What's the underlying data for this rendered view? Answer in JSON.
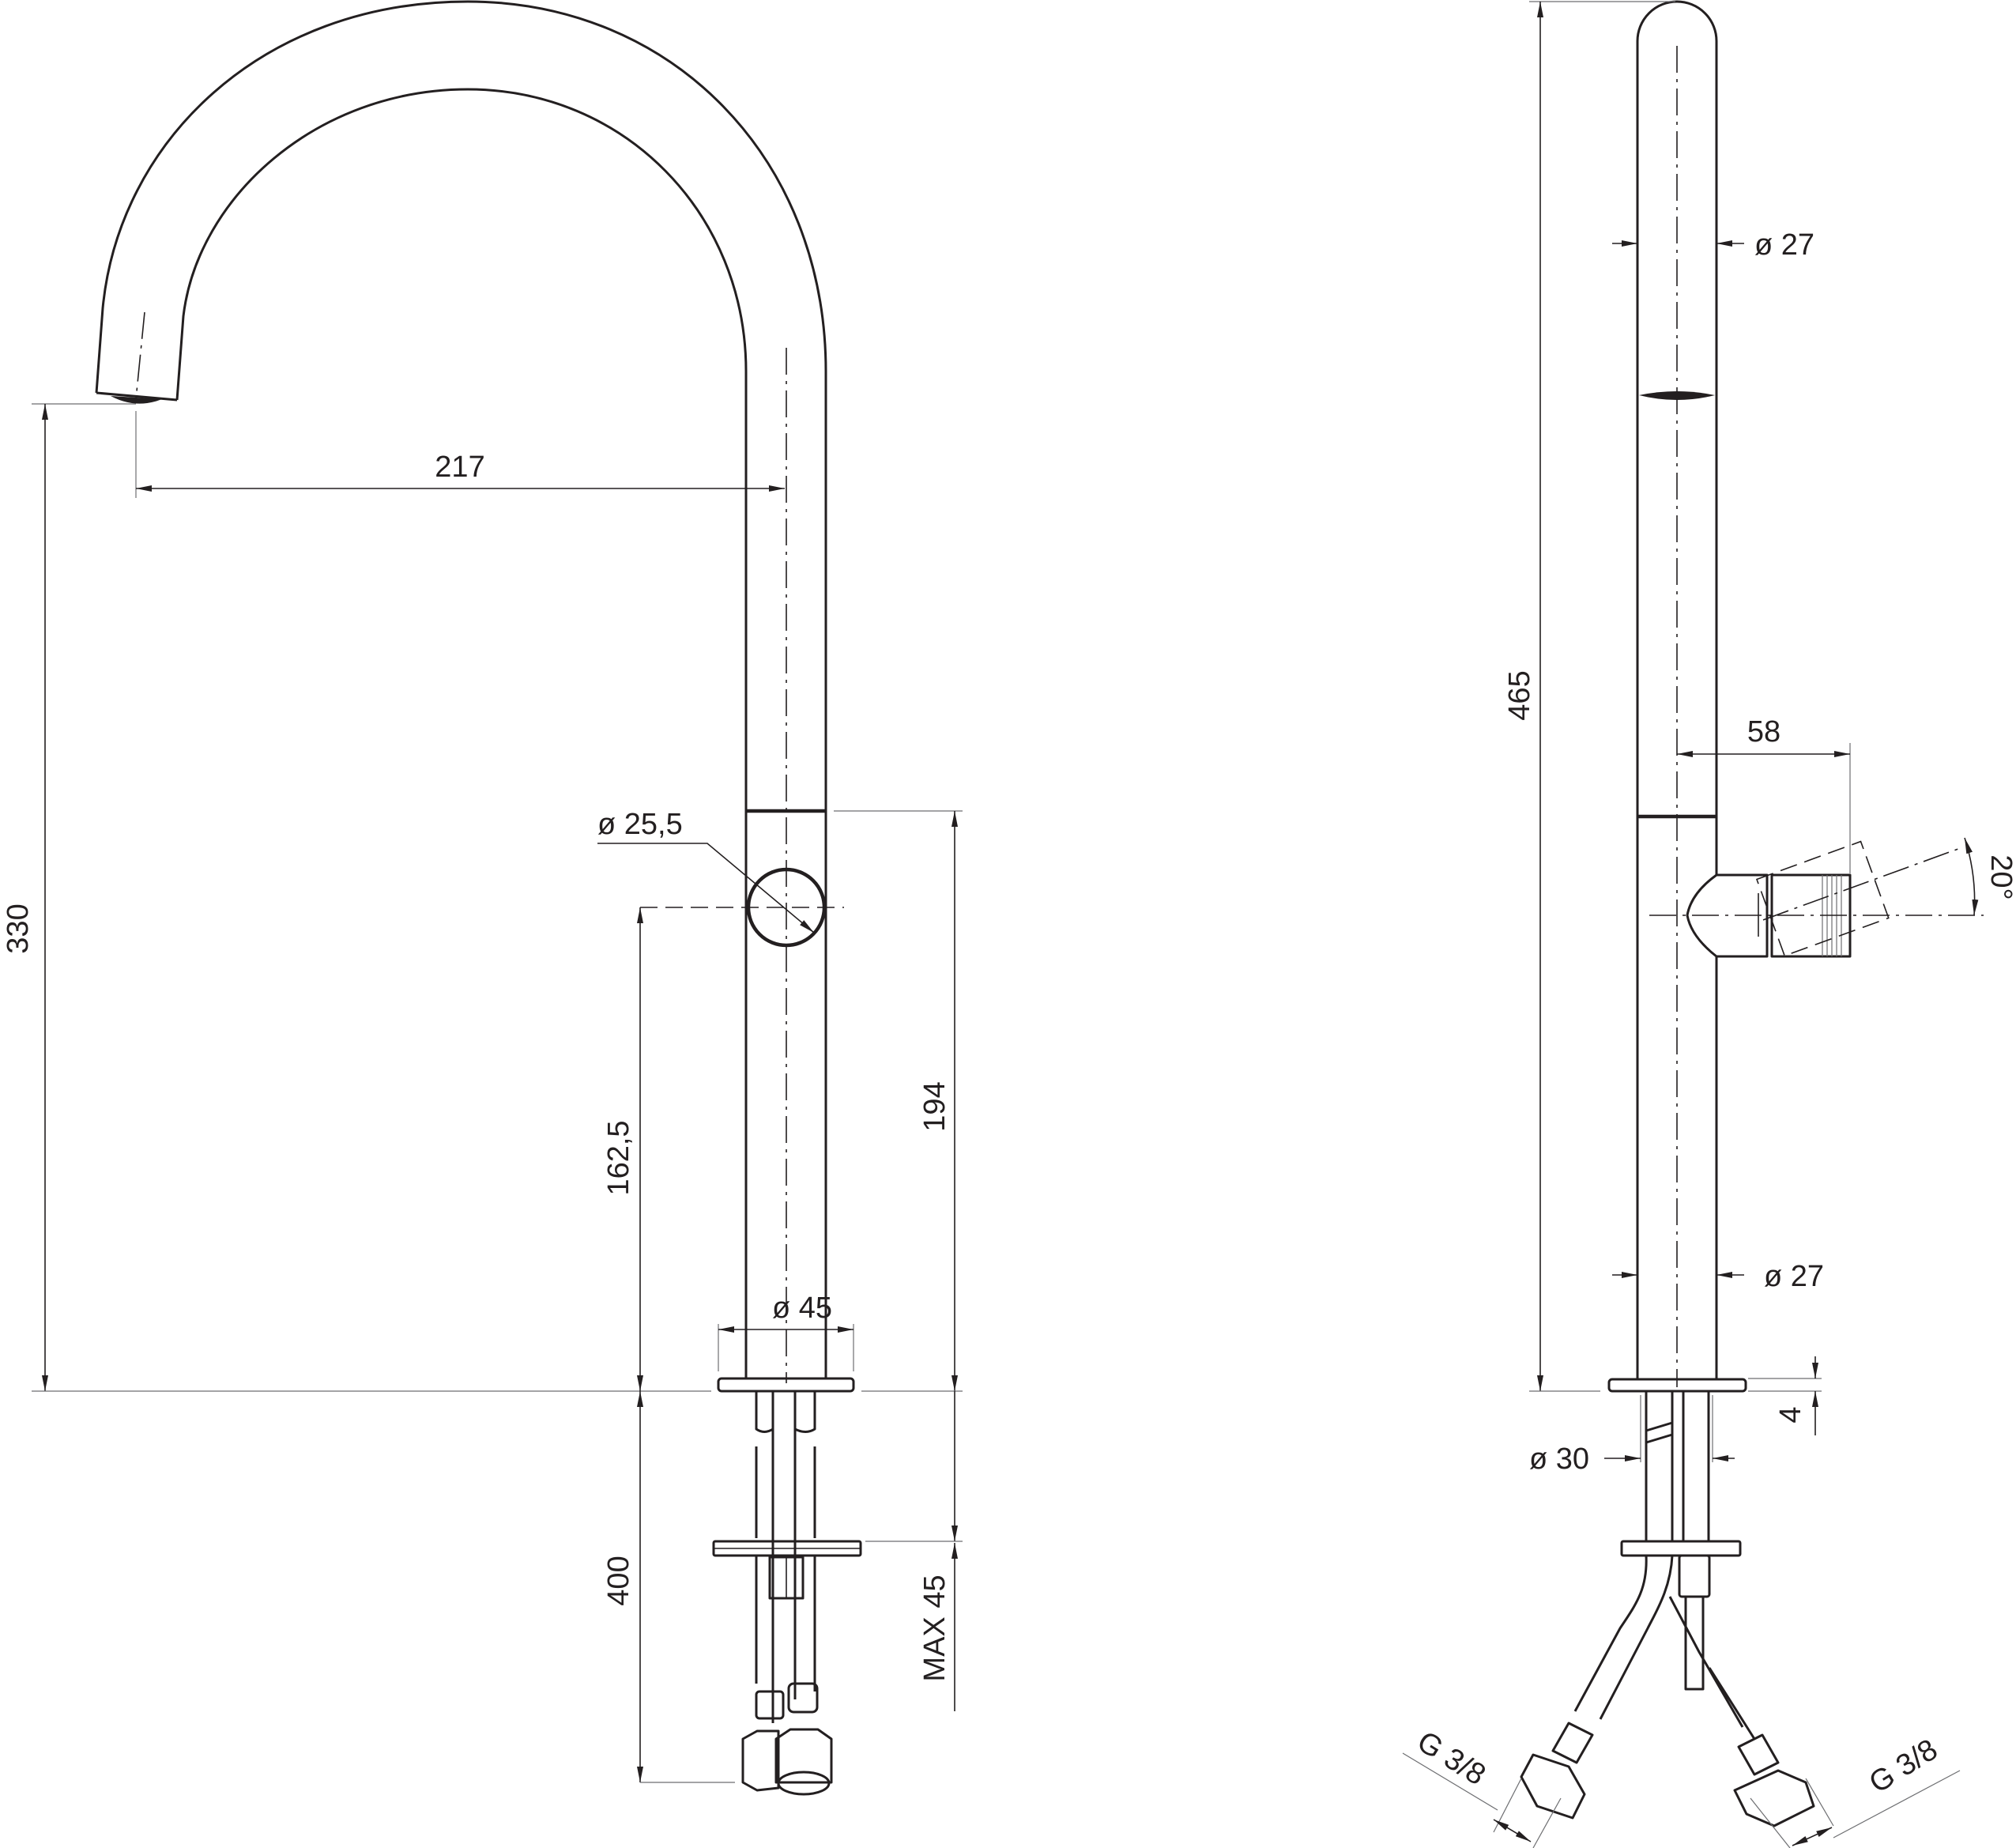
{
  "drawing": {
    "subject": "Kitchen faucet technical dimension drawing",
    "line_color": "#231f20",
    "background": "#ffffff",
    "views": [
      {
        "name": "side-view",
        "dimensions": {
          "spout_reach": "217",
          "spout_height": "330",
          "handle_diameter": "ø 25,5",
          "handle_height": "162,5",
          "body_height": "194",
          "base_diameter": "ø 45",
          "hose_length": "400",
          "max_counter_thickness": "MAX 45"
        }
      },
      {
        "name": "front-view",
        "dimensions": {
          "total_height": "465",
          "top_diameter": "ø 27",
          "bottom_diameter": "ø 27",
          "handle_projection": "58",
          "handle_angle": "20°",
          "plate_thickness": "4",
          "shank_diameter": "ø 30",
          "left_connection": "G 3/8",
          "right_connection": "G 3/8"
        }
      }
    ]
  }
}
